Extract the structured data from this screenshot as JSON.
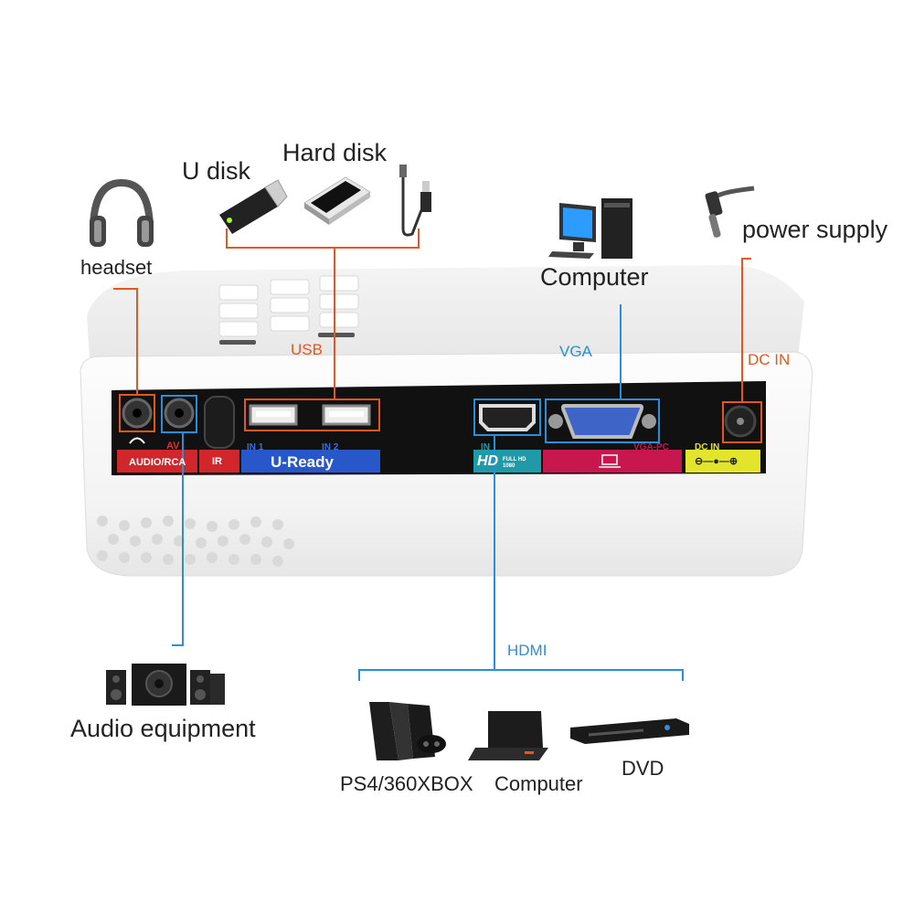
{
  "colors": {
    "orange_line": "#e4571e",
    "blue_line": "#2a8fd8",
    "panel_black": "#111111",
    "strip_red": "#d0262c",
    "strip_blue": "#2757c8",
    "strip_teal": "#1e9aa8",
    "strip_pink": "#c8164f",
    "strip_yellow": "#e3e42c"
  },
  "devices": {
    "headset": "headset",
    "u_disk": "U disk",
    "hard_disk": "Hard disk",
    "computer_top": "Computer",
    "power_supply": "power supply",
    "audio_equipment": "Audio equipment",
    "ps4": "PS4/360XBOX",
    "computer_bottom": "Computer",
    "dvd": "DVD"
  },
  "connection_labels": {
    "usb": "USB",
    "vga": "VGA",
    "dc_in": "DC IN",
    "hdmi": "HDMI"
  },
  "panel": {
    "audio_rca": "AUDIO/RCA",
    "av": "AV",
    "ir": "IR",
    "in1": "IN 1",
    "in2": "IN 2",
    "u_ready": "U-Ready",
    "hdmi_in": "IN",
    "hd_logo": "HD",
    "full_hd": "FULL HD 1080",
    "vga_pc": "VGA-PC",
    "dc_in": "DC IN",
    "polarity": "⊖—●—⊕"
  },
  "icons": {
    "headset": "headphones-icon",
    "u_disk": "usb-stick-icon",
    "hard_disk": "hard-disk-icon",
    "cable": "usb-cable-icon",
    "computer": "desktop-computer-icon",
    "power": "power-plug-icon",
    "audio": "speaker-system-icon",
    "ps4": "game-console-icon",
    "laptop": "laptop-icon",
    "dvd": "dvd-player-icon"
  }
}
